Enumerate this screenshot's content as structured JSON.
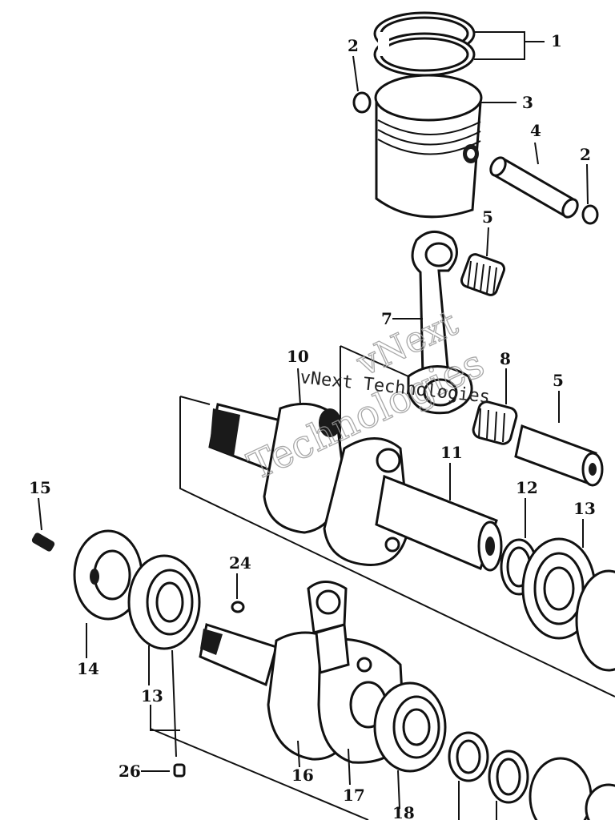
{
  "callouts": {
    "c1": "1",
    "c2a": "2",
    "c2b": "2",
    "c3": "3",
    "c4": "4",
    "c5a": "5",
    "c5b": "5",
    "c7": "7",
    "c8": "8",
    "c10": "10",
    "c11": "11",
    "c12": "12",
    "c13a": "13",
    "c13b": "13",
    "c14": "14",
    "c15": "15",
    "c16": "16",
    "c17": "17",
    "c18": "18",
    "c24": "24",
    "c26": "26"
  },
  "watermark": {
    "line1": "vNext",
    "line2": "Technologies",
    "line3": "vNext Technologies"
  }
}
